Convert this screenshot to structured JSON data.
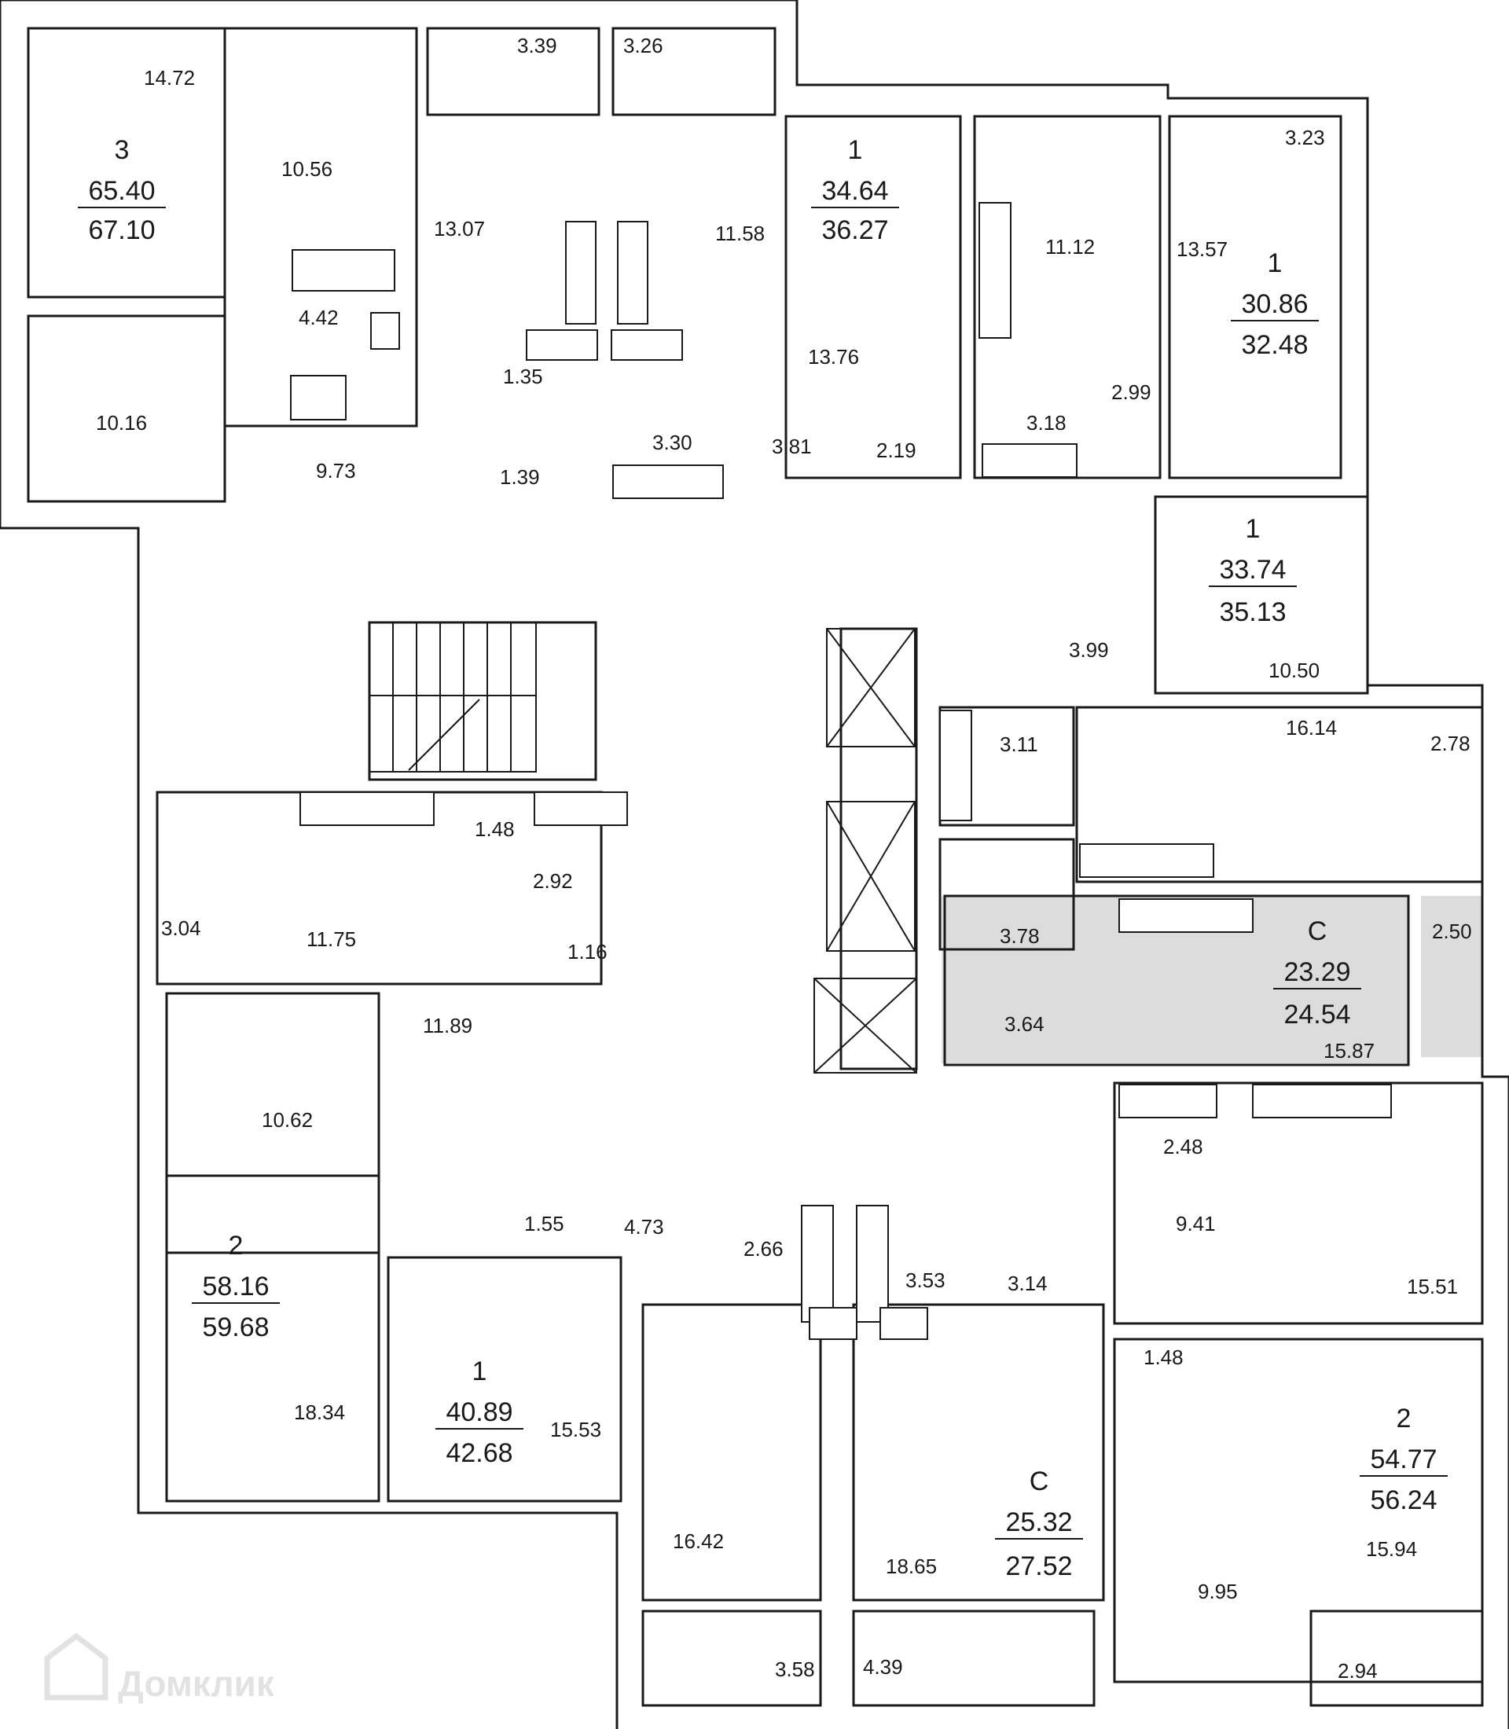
{
  "highlight_color": "#dcdcdc",
  "apartments": [
    {
      "id": "a3",
      "rooms": "3",
      "living": "65.40",
      "total": "67.10"
    },
    {
      "id": "a1-top",
      "rooms": "1",
      "living": "34.64",
      "total": "36.27"
    },
    {
      "id": "a1-right-top",
      "rooms": "1",
      "living": "30.86",
      "total": "32.48"
    },
    {
      "id": "a1-right-mid",
      "rooms": "1",
      "living": "33.74",
      "total": "35.13"
    },
    {
      "id": "aC-mid",
      "rooms": "С",
      "living": "23.29",
      "total": "24.54",
      "highlighted": true
    },
    {
      "id": "a2-left",
      "rooms": "2",
      "living": "58.16",
      "total": "59.68"
    },
    {
      "id": "a1-bottom",
      "rooms": "1",
      "living": "40.89",
      "total": "42.68"
    },
    {
      "id": "aC-bottom",
      "rooms": "С",
      "living": "25.32",
      "total": "27.52"
    },
    {
      "id": "a2-right",
      "rooms": "2",
      "living": "54.77",
      "total": "56.24"
    }
  ],
  "rooms": [
    "14.72",
    "10.56",
    "4.42",
    "10.16",
    "9.73",
    "3.39",
    "13.07",
    "1.35",
    "1.39",
    "3.26",
    "11.58",
    "3.30",
    "3.81",
    "13.76",
    "2.19",
    "11.12",
    "3.18",
    "2.99",
    "3.23",
    "13.57",
    "3.99",
    "10.50",
    "16.14",
    "2.78",
    "3.11",
    "3.78",
    "3.64",
    "15.87",
    "2.50",
    "11.75",
    "1.48",
    "2.92",
    "1.16",
    "3.04",
    "11.89",
    "10.62",
    "1.55",
    "4.73",
    "2.66",
    "3.53",
    "3.14",
    "18.34",
    "15.53",
    "16.42",
    "18.65",
    "3.58",
    "4.39",
    "2.48",
    "9.41",
    "15.51",
    "1.48",
    "9.95",
    "15.94",
    "2.94"
  ],
  "watermark": "Домклик"
}
